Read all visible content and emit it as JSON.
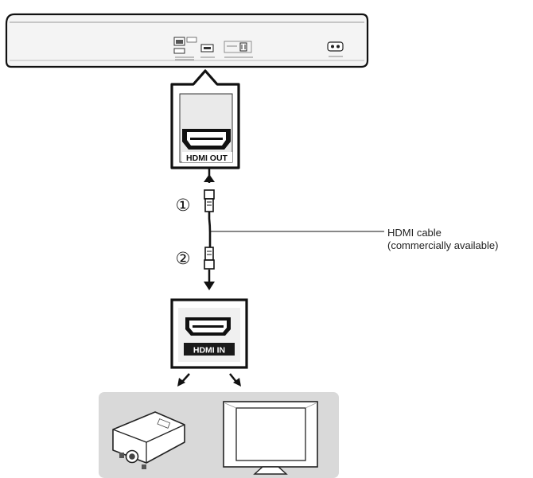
{
  "player_port": {
    "label": "HDMI OUT"
  },
  "tv_port": {
    "label": "HDMI IN"
  },
  "steps": [
    {
      "marker": "①"
    },
    {
      "marker": "②"
    }
  ],
  "cable": {
    "label_line1": "HDMI cable",
    "label_line2": "(commercially available)"
  },
  "colors": {
    "line": "#111111",
    "device_fill": "#f4f4f4",
    "display_panel": "#d9d9d9",
    "port_badge": "#1a1a1a"
  },
  "icons": [
    "blu-ray-player-icon",
    "hdmi-plug-icon",
    "projector-icon",
    "television-icon"
  ]
}
